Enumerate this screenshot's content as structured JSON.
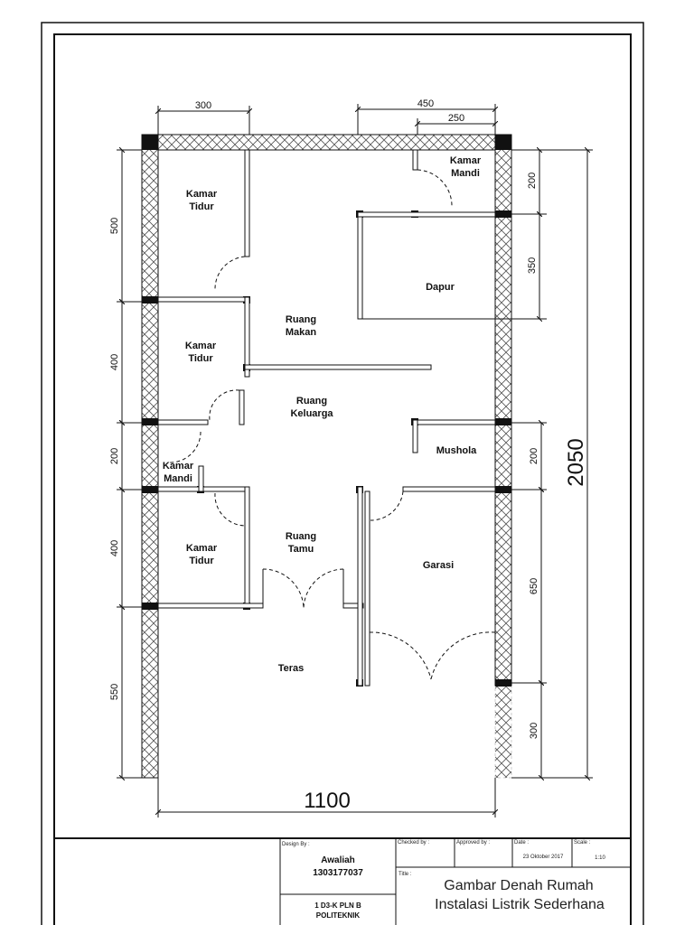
{
  "rooms": {
    "kamar_tidur_1": [
      "Kamar",
      "Tidur"
    ],
    "kamar_mandi_1": [
      "Kamar",
      "Mandi"
    ],
    "dapur": "Dapur",
    "ruang_makan": [
      "Ruang",
      "Makan"
    ],
    "kamar_tidur_2": [
      "Kamar",
      "Tidur"
    ],
    "ruang_keluarga": [
      "Ruang",
      "Keluarga"
    ],
    "mushola": "Mushola",
    "kamar_mandi_2": [
      "Kamar",
      "Mandi"
    ],
    "kamar_tidur_3": [
      "Kamar",
      "Tidur"
    ],
    "ruang_tamu": [
      "Ruang",
      "Tamu"
    ],
    "garasi": "Garasi",
    "teras": "Teras"
  },
  "dimensions": {
    "top_left": "300",
    "top_right_outer": "450",
    "top_right_inner": "250",
    "left_1": "500",
    "left_2": "400",
    "left_3": "200",
    "left_4": "400",
    "left_5": "550",
    "right_1": "200",
    "right_2": "350",
    "right_3": "200",
    "right_4": "650",
    "right_5": "300",
    "total_height": "2050",
    "total_width": "1100"
  },
  "title_block": {
    "design_by_label": "Design By :",
    "designer_name": "Awaliah",
    "designer_id": "1303177037",
    "checked_by_label": "Checked by :",
    "approved_by_label": "Approved by :",
    "date_label": "Date :",
    "date_value": "23 Oktober 2017",
    "scale_label": "Scale :",
    "scale_value": "1:10",
    "title_label": "Title :",
    "title_line1": "Gambar Denah Rumah",
    "title_line2": "Instalasi Listrik Sederhana",
    "class_line1": "1 D3-K PLN B",
    "class_line2": "POLITEKNIK"
  }
}
